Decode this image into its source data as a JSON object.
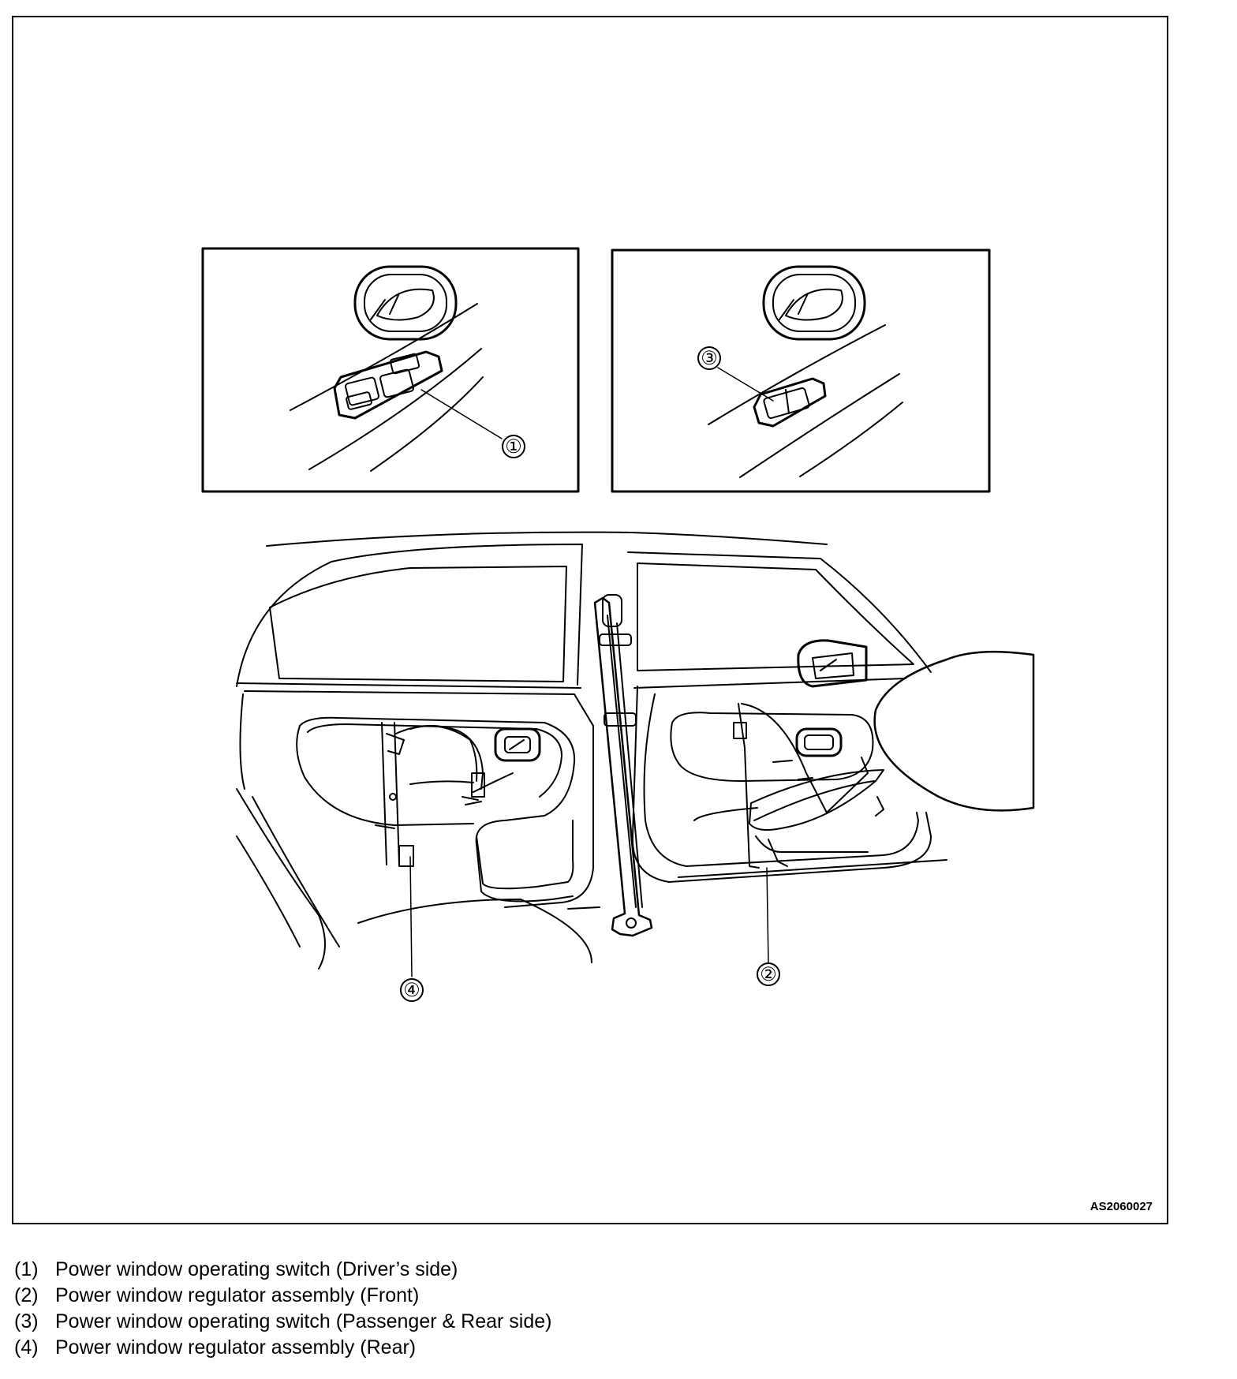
{
  "figure": {
    "reference_code": "AS2060027",
    "callouts": [
      {
        "id": "1",
        "label": "①"
      },
      {
        "id": "2",
        "label": "②"
      },
      {
        "id": "3",
        "label": "③"
      },
      {
        "id": "4",
        "label": "④"
      }
    ]
  },
  "legend": [
    {
      "num": "(1)",
      "text": "Power window operating switch (Driver’s side)"
    },
    {
      "num": "(2)",
      "text": "Power window regulator assembly (Front)"
    },
    {
      "num": "(3)",
      "text": "Power window operating switch (Passenger & Rear side)"
    },
    {
      "num": "(4)",
      "text": "Power window regulator assembly (Rear)"
    }
  ]
}
